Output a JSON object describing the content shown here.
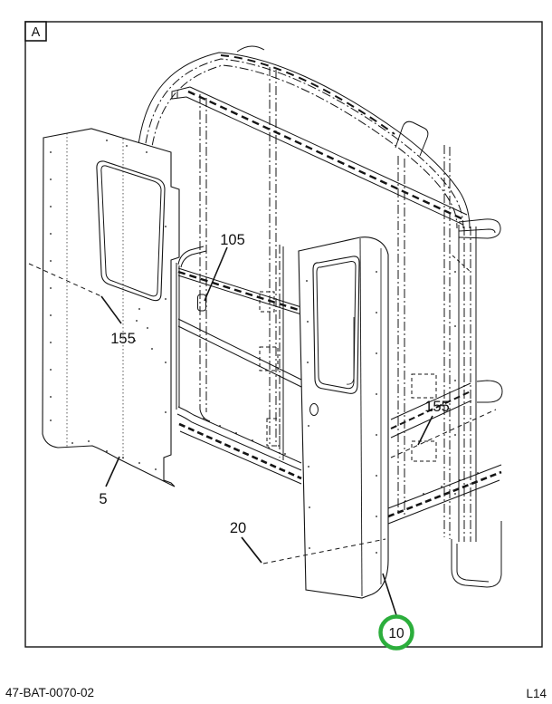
{
  "sheet": {
    "zone_label": "A"
  },
  "footer": {
    "document_number": "47-BAT-0070-02",
    "page_code": "L14"
  },
  "colors": {
    "highlight_green": "#2CAE3C",
    "line": "#141414"
  },
  "callouts": [
    {
      "id": "105",
      "part": "105"
    },
    {
      "id": "155-left",
      "part": "155"
    },
    {
      "id": "5",
      "part": "5"
    },
    {
      "id": "20",
      "part": "20"
    },
    {
      "id": "155-right",
      "part": "155"
    },
    {
      "id": "10",
      "part": "10",
      "highlighted": true
    }
  ]
}
